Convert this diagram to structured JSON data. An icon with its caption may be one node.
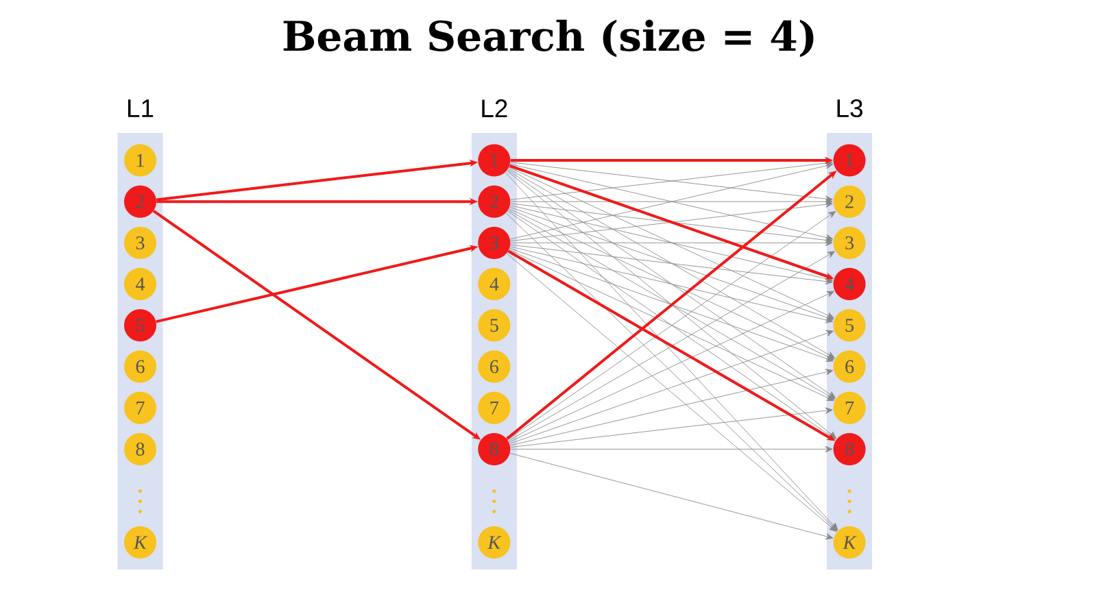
{
  "diagram": {
    "title": "Beam Search (size = 4)",
    "nodes": [
      {
        "text": [
          "L1"
        ]
      },
      {
        "text": [
          "1"
        ],
        "in": 0
      },
      {
        "text": [
          "2"
        ],
        "in": 0
      },
      {
        "text": [
          "3"
        ],
        "in": 0
      },
      {
        "text": [
          "4"
        ],
        "in": 0
      },
      {
        "text": [
          "5"
        ],
        "in": 0
      },
      {
        "text": [
          "6"
        ],
        "in": 0
      },
      {
        "text": [
          "7"
        ],
        "in": 0
      },
      {
        "text": [
          "8"
        ],
        "in": 0
      },
      {
        "text": [
          "K"
        ],
        "in": 0
      },
      {
        "text": [
          "L2"
        ]
      },
      {
        "text": [
          "1"
        ],
        "in": 10
      },
      {
        "text": [
          "2"
        ],
        "in": 10
      },
      {
        "text": [
          "3"
        ],
        "in": 10
      },
      {
        "text": [
          "4"
        ],
        "in": 10
      },
      {
        "text": [
          "5"
        ],
        "in": 10
      },
      {
        "text": [
          "6"
        ],
        "in": 10
      },
      {
        "text": [
          "7"
        ],
        "in": 10
      },
      {
        "text": [
          "8"
        ],
        "in": 10
      },
      {
        "text": [
          "K"
        ],
        "in": 10
      },
      {
        "text": [
          "L3"
        ]
      },
      {
        "text": [
          "1"
        ],
        "in": 20
      },
      {
        "text": [
          "2"
        ],
        "in": 20
      },
      {
        "text": [
          "3"
        ],
        "in": 20
      },
      {
        "text": [
          "4"
        ],
        "in": 20
      },
      {
        "text": [
          "5"
        ],
        "in": 20
      },
      {
        "text": [
          "6"
        ],
        "in": 20
      },
      {
        "text": [
          "7"
        ],
        "in": 20
      },
      {
        "text": [
          "8"
        ],
        "in": 20
      },
      {
        "text": [
          "K"
        ],
        "in": 20
      }
    ],
    "edges": [
      {
        "from": 2,
        "to": 11,
        "arrow": "to",
        "style": "thick",
        "color": "#f01a1a"
      },
      {
        "from": 2,
        "to": 12,
        "arrow": "to",
        "style": "thick",
        "color": "#f01a1a"
      },
      {
        "from": 2,
        "to": 18,
        "arrow": "to",
        "style": "thick",
        "color": "#f01a1a"
      },
      {
        "from": 5,
        "to": 13,
        "arrow": "to",
        "style": "thick",
        "color": "#f01a1a"
      },
      {
        "from": 11,
        "to": 21,
        "arrow": "to",
        "style": "thick",
        "color": "#f01a1a"
      },
      {
        "from": 11,
        "to": 22,
        "arrow": "to"
      },
      {
        "from": 11,
        "to": 23,
        "arrow": "to"
      },
      {
        "from": 11,
        "to": 24,
        "arrow": "to",
        "style": "thick",
        "color": "#f01a1a"
      },
      {
        "from": 11,
        "to": 25,
        "arrow": "to"
      },
      {
        "from": 11,
        "to": 26,
        "arrow": "to"
      },
      {
        "from": 11,
        "to": 27,
        "arrow": "to"
      },
      {
        "from": 11,
        "to": 28,
        "arrow": "to"
      },
      {
        "from": 11,
        "to": 29,
        "arrow": "to"
      },
      {
        "from": 12,
        "to": 21,
        "arrow": "to"
      },
      {
        "from": 12,
        "to": 22,
        "arrow": "to"
      },
      {
        "from": 12,
        "to": 23,
        "arrow": "to"
      },
      {
        "from": 12,
        "to": 24,
        "arrow": "to"
      },
      {
        "from": 12,
        "to": 25,
        "arrow": "to"
      },
      {
        "from": 12,
        "to": 26,
        "arrow": "to"
      },
      {
        "from": 12,
        "to": 27,
        "arrow": "to"
      },
      {
        "from": 12,
        "to": 28,
        "arrow": "to"
      },
      {
        "from": 12,
        "to": 29,
        "arrow": "to"
      },
      {
        "from": 13,
        "to": 21,
        "arrow": "to"
      },
      {
        "from": 13,
        "to": 22,
        "arrow": "to"
      },
      {
        "from": 13,
        "to": 23,
        "arrow": "to"
      },
      {
        "from": 13,
        "to": 24,
        "arrow": "to"
      },
      {
        "from": 13,
        "to": 25,
        "arrow": "to"
      },
      {
        "from": 13,
        "to": 26,
        "arrow": "to"
      },
      {
        "from": 13,
        "to": 27,
        "arrow": "to"
      },
      {
        "from": 13,
        "to": 28,
        "arrow": "to",
        "style": "thick",
        "color": "#f01a1a"
      },
      {
        "from": 13,
        "to": 29,
        "arrow": "to"
      },
      {
        "from": 18,
        "to": 21,
        "arrow": "to",
        "style": "thick",
        "color": "#f01a1a"
      },
      {
        "from": 18,
        "to": 22,
        "arrow": "to"
      },
      {
        "from": 18,
        "to": 23,
        "arrow": "to"
      },
      {
        "from": 18,
        "to": 24,
        "arrow": "to"
      },
      {
        "from": 18,
        "to": 25,
        "arrow": "to"
      },
      {
        "from": 18,
        "to": 26,
        "arrow": "to"
      },
      {
        "from": 18,
        "to": 27,
        "arrow": "to"
      },
      {
        "from": 18,
        "to": 28,
        "arrow": "to"
      },
      {
        "from": 18,
        "to": 29,
        "arrow": "to"
      }
    ]
  }
}
